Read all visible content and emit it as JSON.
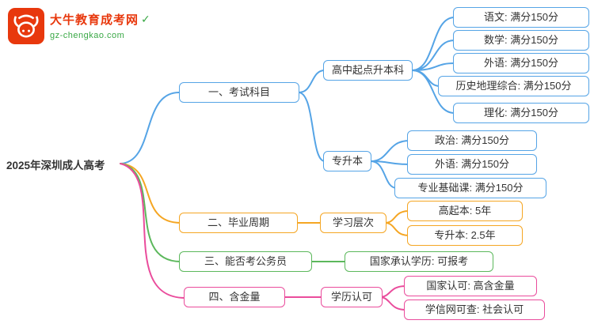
{
  "logo": {
    "site_name": "大牛教育成考网",
    "site_url": "gz-chengkao.com",
    "icons": [
      "bull-icon",
      "check-icon"
    ]
  },
  "root": {
    "label": "2025年深圳成人高考"
  },
  "colors": {
    "blue": "#55a4e6",
    "orange": "#f5a623",
    "green": "#5cb85c",
    "pink": "#ea4c9c",
    "brand_red": "#e8380d",
    "brand_green": "#39a845"
  },
  "branches": [
    {
      "label": "一、考试科目",
      "color": "#55a4e6",
      "children": [
        {
          "label": "高中起点升本科",
          "children": [
            {
              "label": "语文: 满分150分"
            },
            {
              "label": "数学: 满分150分"
            },
            {
              "label": "外语: 满分150分"
            },
            {
              "label": "历史地理综合: 满分150分"
            },
            {
              "label": "理化: 满分150分"
            }
          ]
        },
        {
          "label": "专升本",
          "children": [
            {
              "label": "政治: 满分150分"
            },
            {
              "label": "外语: 满分150分"
            },
            {
              "label": "专业基础课: 满分150分"
            }
          ]
        }
      ]
    },
    {
      "label": "二、毕业周期",
      "color": "#f5a623",
      "children": [
        {
          "label": "学习层次",
          "children": [
            {
              "label": "高起本: 5年"
            },
            {
              "label": "专升本: 2.5年"
            }
          ]
        }
      ]
    },
    {
      "label": "三、能否考公务员",
      "color": "#5cb85c",
      "children": [
        {
          "label": "国家承认学历: 可报考"
        }
      ]
    },
    {
      "label": "四、含金量",
      "color": "#ea4c9c",
      "children": [
        {
          "label": "学历认可",
          "children": [
            {
              "label": "国家认可: 高含金量"
            },
            {
              "label": "学信网可查: 社会认可"
            }
          ]
        }
      ]
    }
  ]
}
